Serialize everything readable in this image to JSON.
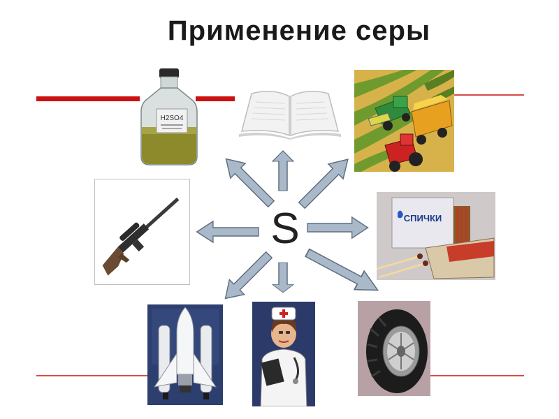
{
  "slide": {
    "title": "Применение серы",
    "center_label": "S",
    "bottle_label_formula": "H2SO4",
    "matchbox_label": "СПИЧКИ"
  },
  "colors": {
    "title": "#1a1a1a",
    "accent_line": "#cc1111",
    "arrow_fill": "#a9b9c9",
    "arrow_stroke": "#5f6f80",
    "center_text": "#222222"
  },
  "icons": [
    "sulfuric-acid-bottle-icon",
    "book-icon",
    "harvester-tractor-icon",
    "sniper-rifle-icon",
    "matches-icon",
    "space-shuttle-icon",
    "doctor-icon",
    "tire-icon"
  ]
}
